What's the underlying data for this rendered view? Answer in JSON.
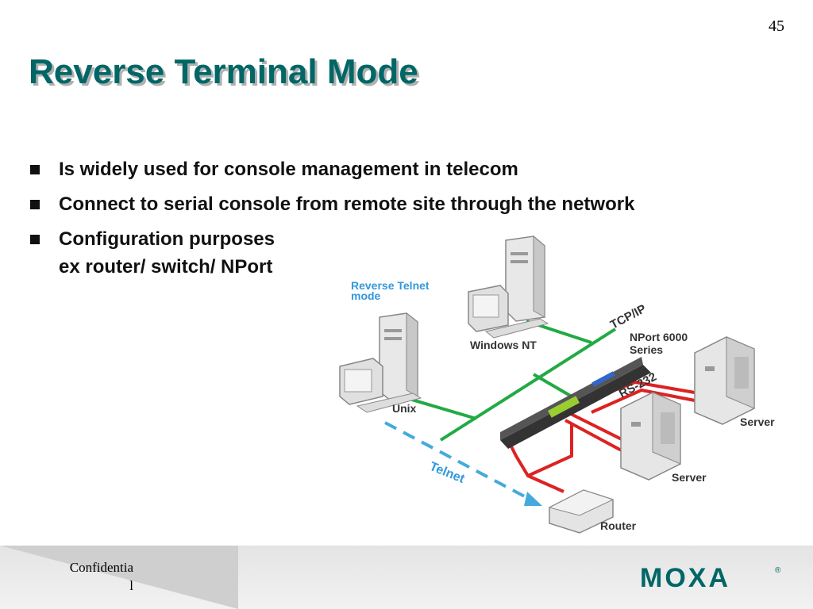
{
  "slide": {
    "page_number": "45",
    "title": "Reverse Terminal Mode",
    "bullets": [
      {
        "text": "Is widely used for console management in telecom"
      },
      {
        "text": "Connect to serial console from remote site through the network"
      },
      {
        "text": "Configuration purposes",
        "sub": "ex router/ switch/ NPort"
      }
    ]
  },
  "diagram": {
    "mode_label_line1": "Reverse Telnet",
    "mode_label_line2": "mode",
    "windows_label": "Windows NT",
    "unix_label": "Unix",
    "tcpip_label": "TCP/IP",
    "nport_line1": "NPort 6000",
    "nport_line2": "Series",
    "rs232_label": "RS-232",
    "server1_label": "Server",
    "server2_label": "Server",
    "router_label": "Router",
    "telnet_label": "Telnet",
    "colors": {
      "network": "#22aa44",
      "serial": "#dd2222",
      "telnet": "#44aadd",
      "title": "#006666"
    }
  },
  "footer": {
    "confidential": "Confidential",
    "logo": "MOXA",
    "logo_mark": "®"
  }
}
